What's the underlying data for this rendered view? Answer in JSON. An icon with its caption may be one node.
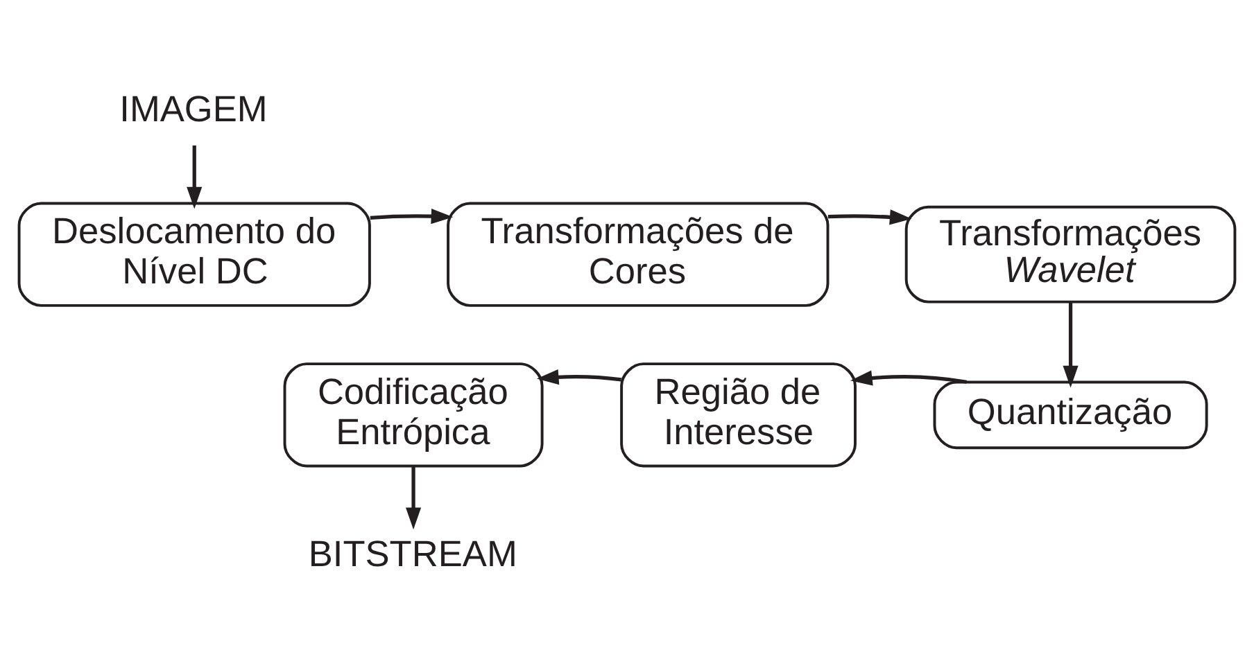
{
  "diagram": {
    "nodes": [
      {
        "text": [
          "IMAGEM"
        ]
      },
      {
        "text": [
          "Deslocamento do Nível DC"
        ]
      },
      {
        "text": [
          "Transformações de Cores"
        ]
      },
      {
        "text": [
          "Transformações *Wavelet*"
        ]
      },
      {
        "text": [
          "Quantização"
        ]
      },
      {
        "text": [
          "Região de Interesse"
        ]
      },
      {
        "text": [
          "Codificação Entrópica"
        ]
      },
      {
        "text": [
          "BITSTREAM"
        ]
      }
    ],
    "edges": [
      {
        "from": 0,
        "to": 1,
        "arrow": "to"
      },
      {
        "from": 1,
        "to": 2,
        "arrow": "to"
      },
      {
        "from": 2,
        "to": 3,
        "arrow": "to"
      },
      {
        "from": 3,
        "to": 4,
        "arrow": "to"
      },
      {
        "from": 4,
        "to": 5,
        "arrow": "to"
      },
      {
        "from": 5,
        "to": 6,
        "arrow": "to"
      },
      {
        "from": 6,
        "to": 7,
        "arrow": "to"
      }
    ]
  }
}
